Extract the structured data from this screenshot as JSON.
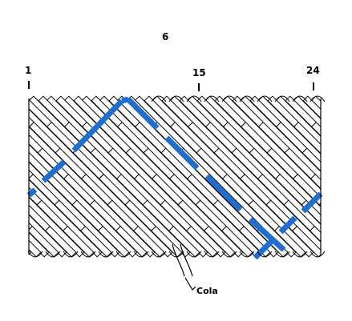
{
  "labels": {
    "top": "6",
    "left_marker": "1",
    "middle_marker": "15",
    "right_marker": "24",
    "tail": "Cola"
  },
  "colors": {
    "highlight_strand": "#1f6fd1",
    "strand_outline": "#000000",
    "strand_fill": "#ffffff",
    "background": "#ffffff"
  }
}
